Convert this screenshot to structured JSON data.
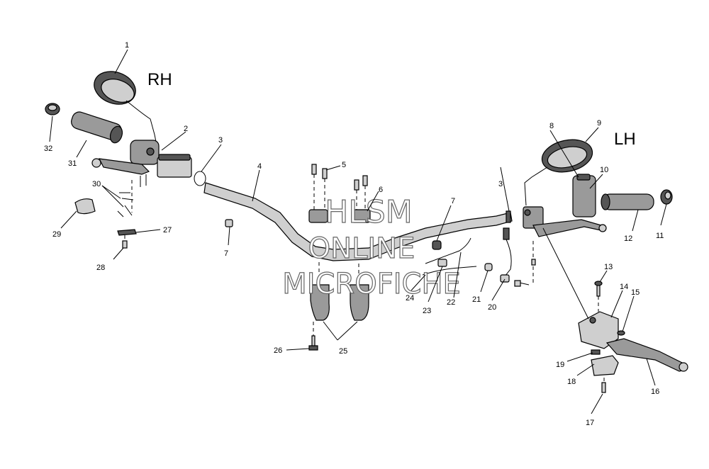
{
  "side_labels": {
    "rh": "RH",
    "lh": "LH"
  },
  "watermark": {
    "line1": "HLSM",
    "line2": "ONLINE",
    "line3": "MICROFICHE"
  },
  "callouts": {
    "c1": "1",
    "c2": "2",
    "c3a": "3",
    "c3b": "3",
    "c4": "4",
    "c5": "5",
    "c6": "6",
    "c7a": "7",
    "c7b": "7",
    "c8": "8",
    "c9": "9",
    "c10": "10",
    "c11": "11",
    "c12": "12",
    "c13": "13",
    "c14": "14",
    "c15": "15",
    "c16": "16",
    "c17": "17",
    "c18": "18",
    "c19": "19",
    "c20": "20",
    "c21": "21",
    "c22": "22",
    "c23": "23",
    "c24": "24",
    "c25": "25",
    "c26": "26",
    "c27": "27",
    "c28": "28",
    "c29": "29",
    "c30": "30",
    "c31": "31",
    "c32": "32"
  }
}
